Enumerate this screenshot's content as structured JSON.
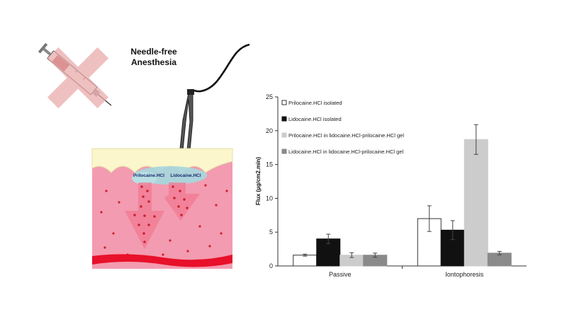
{
  "illustration": {
    "title_line1": "Needle-free",
    "title_line2": "Anesthesia",
    "label_prilocaine": "Prilocaine.HCl",
    "label_lidocaine": "Lidocaine.HCl",
    "icons": [
      "crossed-syringe-icon",
      "iontophoresis-electrode-icon",
      "skin-cross-section"
    ],
    "colors": {
      "skin": "#f39bb0",
      "enamel": "#fbf6cc",
      "drug_pool": "#a9d6dc",
      "drug_particles": "#cc2233",
      "blood_vessel": "#e8102a",
      "cross": "#e9a9a9"
    }
  },
  "chart_data": {
    "type": "bar",
    "title": "",
    "xlabel": "",
    "ylabel": "Flux (µg/cm2.min)",
    "ylim": [
      0,
      25
    ],
    "yticks": [
      0,
      5,
      10,
      15,
      20,
      25
    ],
    "categories": [
      "Passive",
      "Iontophoresis"
    ],
    "legend_position": "top-left",
    "grid": false,
    "series": [
      {
        "name": "Prilocaine.HCl isolated",
        "color": "#ffffff",
        "stroke": "#333333",
        "values": [
          1.6,
          7.0
        ],
        "errors": [
          0.15,
          1.9
        ]
      },
      {
        "name": "Lidocaine.HCl isolated",
        "color": "#111111",
        "stroke": "#111111",
        "values": [
          4.0,
          5.3
        ],
        "errors": [
          0.7,
          1.4
        ]
      },
      {
        "name": "Prilocaine.HCl in lidocaine.HCl-prilocaine.HCl gel",
        "color": "#cccccc",
        "stroke": "#cccccc",
        "values": [
          1.6,
          18.7
        ],
        "errors": [
          0.35,
          2.2
        ]
      },
      {
        "name": "Lidocaine.HCl in lidocaine.HCl-prilocaine.HCl gel",
        "color": "#8a8a8a",
        "stroke": "#8a8a8a",
        "values": [
          1.6,
          1.9
        ],
        "errors": [
          0.3,
          0.25
        ]
      }
    ]
  }
}
